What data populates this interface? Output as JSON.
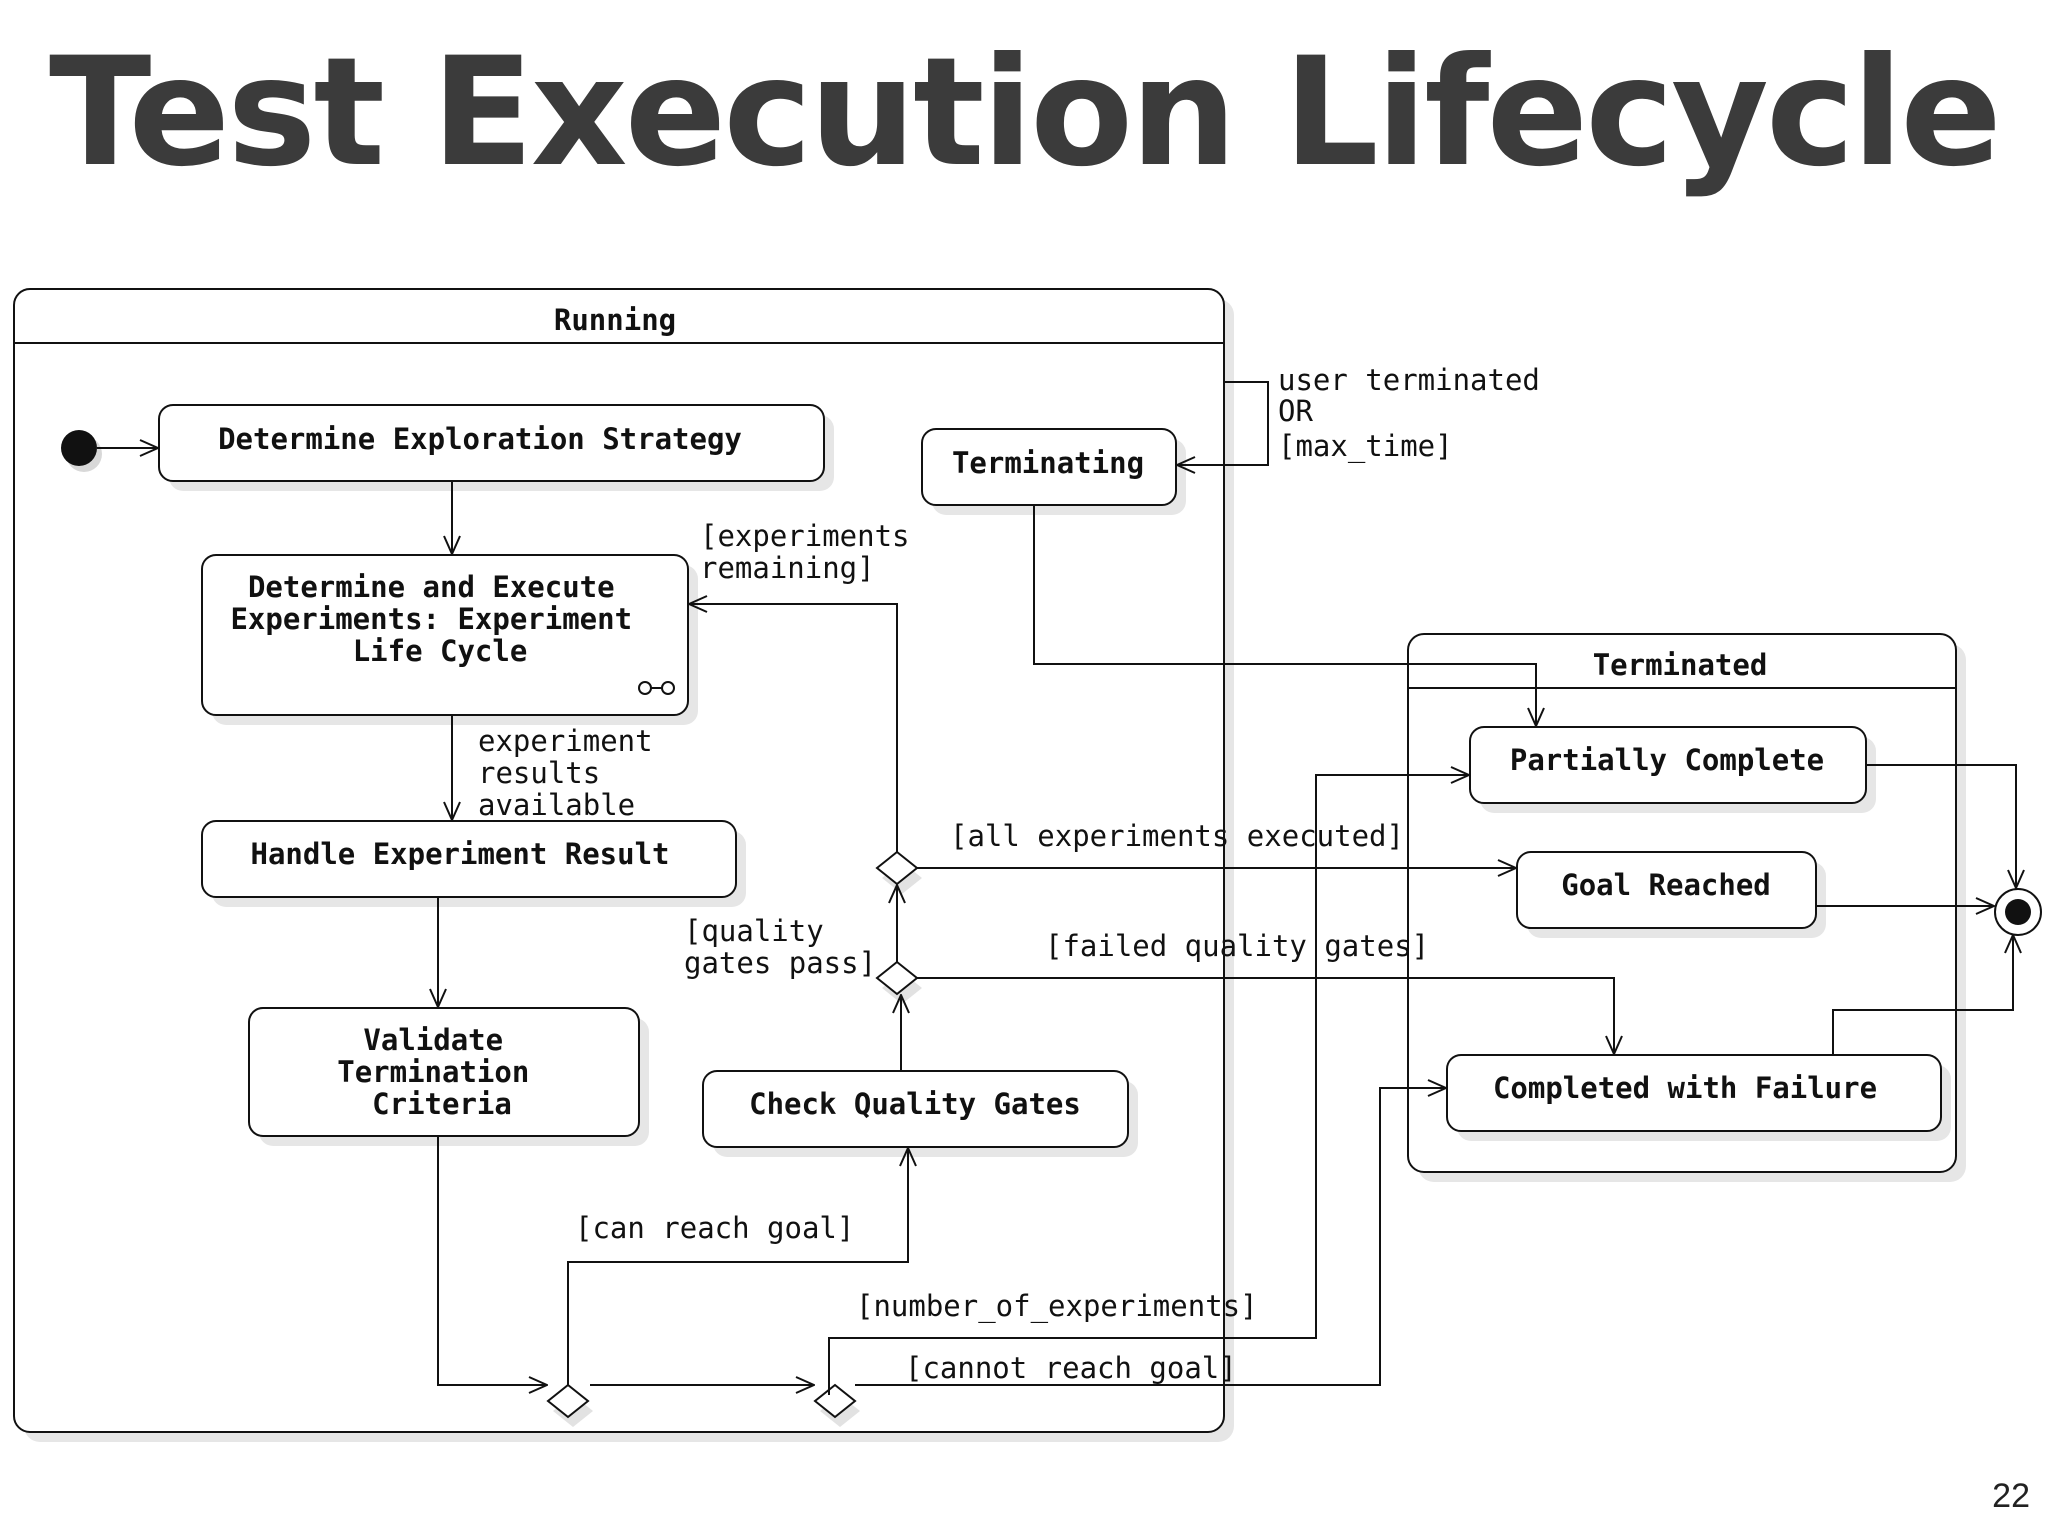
{
  "title": "Test Execution Lifecycle",
  "page_number": "22",
  "composites": {
    "running": "Running",
    "terminated": "Terminated"
  },
  "states": {
    "determine_strategy": "Determine Exploration Strategy",
    "execute_experiments": [
      "Determine and Execute",
      "Experiments: Experiment",
      "Life Cycle"
    ],
    "handle_result": "Handle Experiment Result",
    "validate_criteria": [
      "Validate",
      "Termination",
      "Criteria"
    ],
    "check_quality": "Check Quality Gates",
    "terminating": "Terminating",
    "partially_complete": "Partially Complete",
    "goal_reached": "Goal Reached",
    "completed_failure": "Completed with Failure"
  },
  "labels": {
    "user_terminated": [
      "user terminated",
      "OR",
      "[max_time]"
    ],
    "experiments_remaining": [
      "[experiments",
      "remaining]"
    ],
    "results_available": [
      "experiment",
      "results",
      "available"
    ],
    "all_executed": "[all experiments executed]",
    "quality_pass": [
      "[quality",
      "gates pass]"
    ],
    "failed_quality": "[failed quality gates]",
    "can_reach": "[can reach goal]",
    "number_experiments": "[number_of_experiments]",
    "cannot_reach": "[cannot reach goal]"
  }
}
